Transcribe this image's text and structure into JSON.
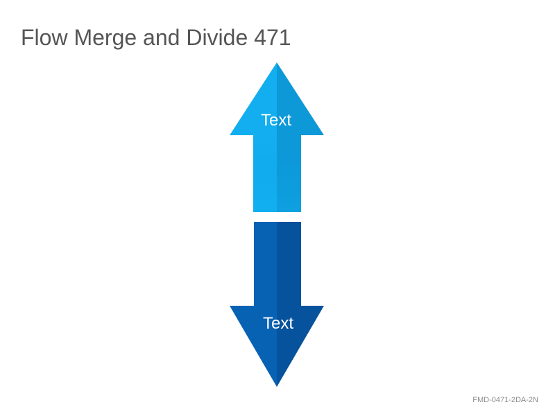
{
  "slide": {
    "title": "Flow Merge and Divide 471",
    "code": "FMD-0471-2DA-2N"
  },
  "arrows": [
    {
      "direction": "up",
      "label": "Text",
      "color": "#0ea5e9",
      "shade": "#0a8fd0"
    },
    {
      "direction": "down",
      "label": "Text",
      "color": "#0a5fb0",
      "shade": "#084f98"
    }
  ]
}
